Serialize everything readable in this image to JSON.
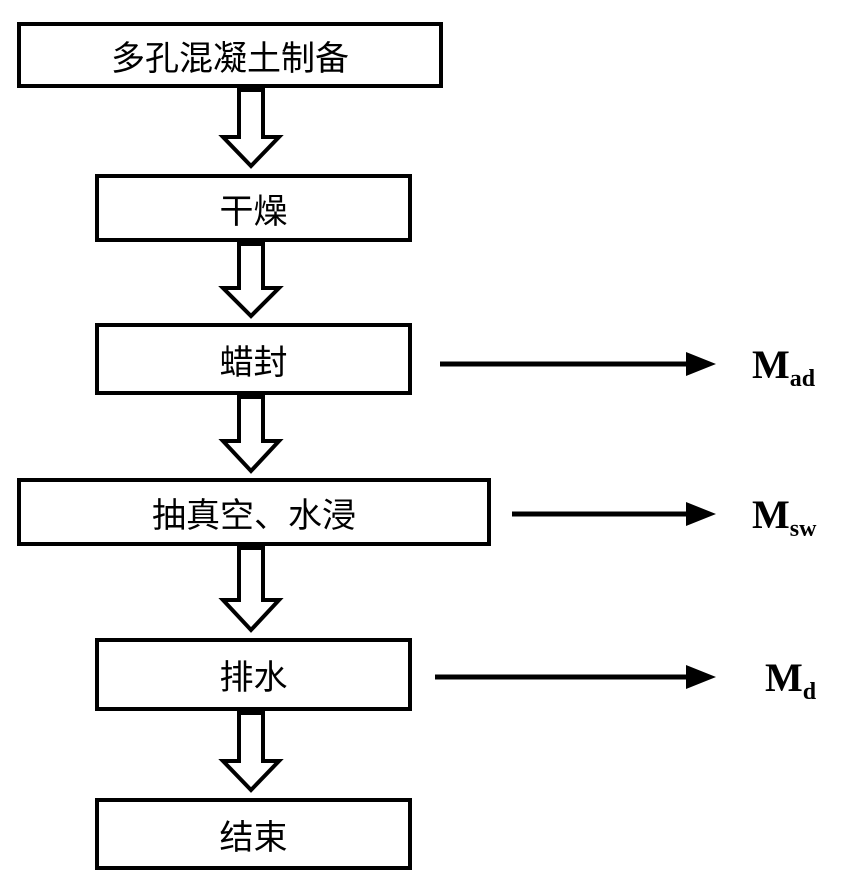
{
  "steps": [
    {
      "label": "多孔混凝土制备"
    },
    {
      "label": "干燥"
    },
    {
      "label": "蜡封"
    },
    {
      "label": "抽真空、水浸"
    },
    {
      "label": "排水"
    },
    {
      "label": "结束"
    }
  ],
  "outputs": [
    {
      "main": "M",
      "sub": "ad"
    },
    {
      "main": "M",
      "sub": "sw"
    },
    {
      "main": "M",
      "sub": "d"
    }
  ]
}
